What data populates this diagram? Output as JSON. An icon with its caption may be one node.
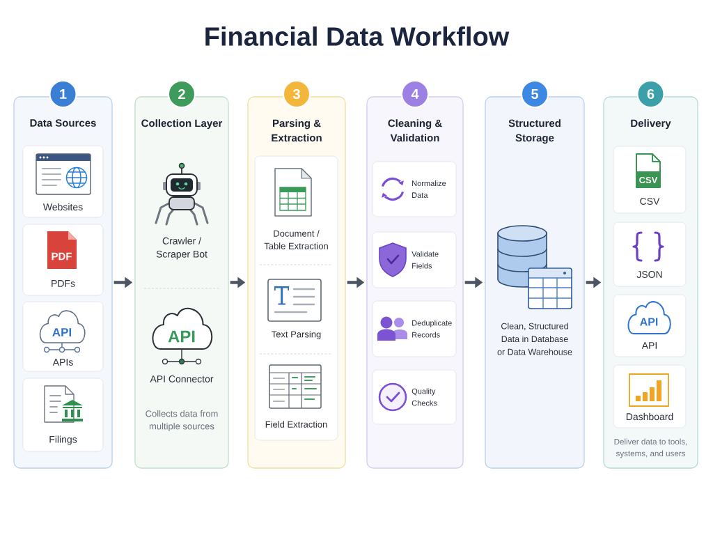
{
  "diagram": {
    "title": "Financial Data Workflow",
    "nodes": [
      {
        "text": [
          "1"
        ]
      },
      {
        "text": [
          "Data Sources"
        ]
      },
      {
        "text": [
          "Websites"
        ],
        "in": 1
      },
      {
        "text": [
          "PDFs"
        ],
        "in": 1
      },
      {
        "text": [
          "APIs"
        ],
        "in": 1
      },
      {
        "text": [
          "Filings"
        ],
        "in": 1
      },
      {
        "text": [
          "2"
        ]
      },
      {
        "text": [
          "Collection Layer",
          "Crawler / Scraper Bot",
          "API Connector",
          "Collects data from multiple sources"
        ]
      },
      {
        "text": [
          "3"
        ]
      },
      {
        "text": [
          "Parsing & Extraction"
        ]
      },
      {
        "text": [
          "Document / Table Extraction",
          "Text Parsing",
          "Field Extraction"
        ],
        "in": 9
      },
      {
        "text": [
          "4"
        ]
      },
      {
        "text": [
          "Cleaning & Validation"
        ]
      },
      {
        "text": [
          "Normalize Data"
        ],
        "in": 12
      },
      {
        "text": [
          "Validate Fields"
        ],
        "in": 12
      },
      {
        "text": [
          "Deduplicate Records"
        ],
        "in": 12
      },
      {
        "text": [
          "Quality Checks"
        ],
        "in": 12
      },
      {
        "text": [
          "5"
        ]
      },
      {
        "text": [
          "Structured Storage",
          "Clean, Structured Data in Database or Data Warehouse"
        ]
      },
      {
        "text": [
          "6"
        ]
      },
      {
        "text": [
          "Delivery",
          "Deliver data to tools, systems, and users"
        ]
      },
      {
        "text": [
          "CSV"
        ],
        "in": 20
      },
      {
        "text": [
          "JSON"
        ],
        "in": 20
      },
      {
        "text": [
          "API"
        ],
        "in": 20
      },
      {
        "text": [
          "Dashboard"
        ],
        "in": 20
      }
    ],
    "edges": [
      {
        "from": 1,
        "to": 7,
        "arrow": "to"
      },
      {
        "from": 7,
        "to": 9,
        "arrow": "to"
      },
      {
        "from": 9,
        "to": 12,
        "arrow": "to"
      },
      {
        "from": 12,
        "to": 18,
        "arrow": "to"
      },
      {
        "from": 18,
        "to": 20,
        "arrow": "to"
      }
    ],
    "labels": [
      "PDF",
      "API",
      "API",
      "CSV",
      "API"
    ]
  }
}
